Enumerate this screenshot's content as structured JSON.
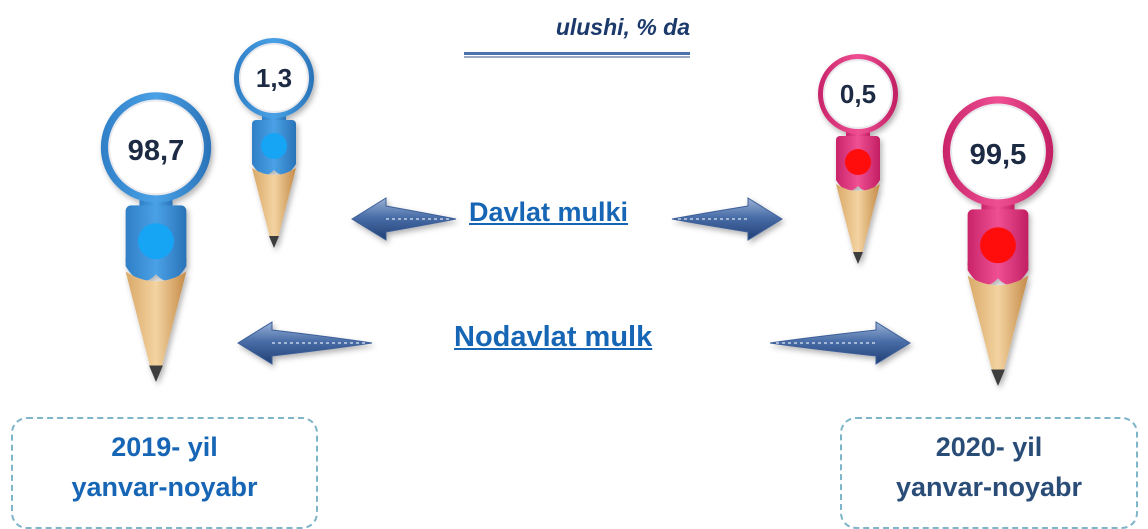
{
  "caption": "ulushi, % da",
  "colors": {
    "series_2019": "#3a8fd9",
    "series_2020": "#e2357f",
    "dot_2019": "#14a4f4",
    "dot_2020": "#ff1010",
    "arrow": "#3d5f99"
  },
  "chart_data": {
    "type": "bar",
    "title": "",
    "unit": "%",
    "categories": [
      "Davlat mulki",
      "Nodavlat mulk"
    ],
    "series": [
      {
        "name": "2019- yil yanvar-noyabr",
        "values": [
          1.3,
          98.7
        ],
        "labels": [
          "1,3",
          "98,7"
        ]
      },
      {
        "name": "2020- yil yanvar-noyabr",
        "values": [
          0.5,
          99.5
        ],
        "labels": [
          "0,5",
          "99,5"
        ]
      }
    ]
  },
  "periods": [
    {
      "line1": "2019- yil",
      "line2": "yanvar-noyabr"
    },
    {
      "line1": "2020- yil",
      "line2": "yanvar-noyabr"
    }
  ]
}
